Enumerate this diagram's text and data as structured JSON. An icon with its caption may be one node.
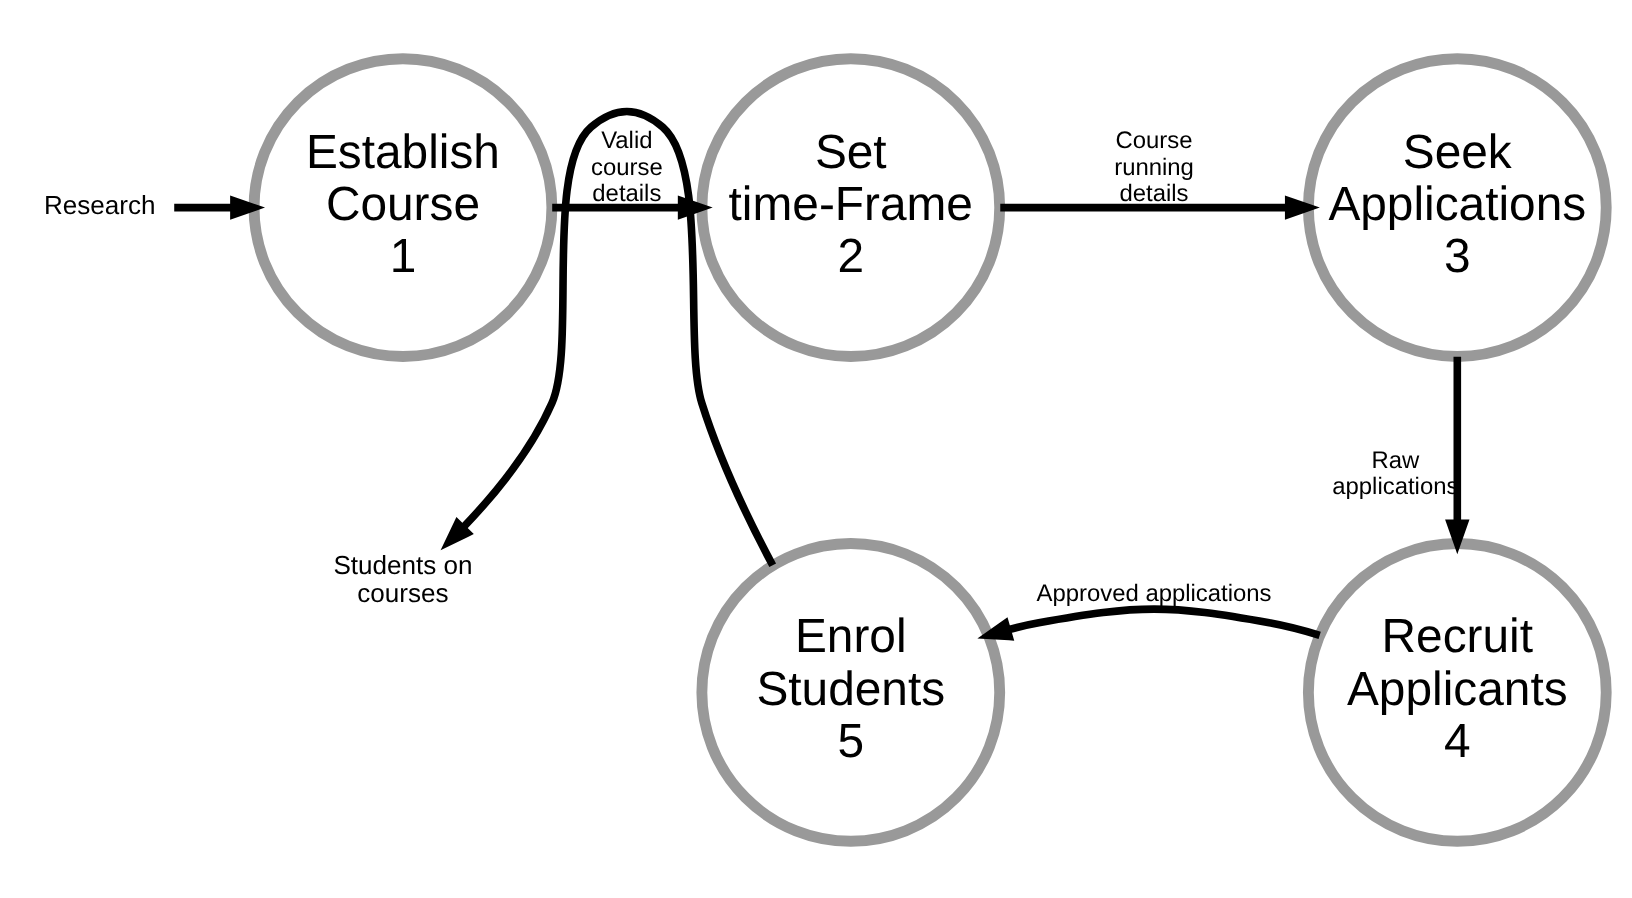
{
  "diagram": {
    "nodes": [
      {
        "text": [
          "Establish Course",
          "1"
        ]
      },
      {
        "text": [
          "Set time-Frame",
          "2"
        ]
      },
      {
        "text": [
          "Seek Applications",
          "3"
        ]
      },
      {
        "text": [
          "Recruit Applicants",
          "4"
        ]
      },
      {
        "text": [
          "Enrol Students",
          "5"
        ]
      },
      {
        "text": [
          "Research"
        ]
      },
      {
        "text": [
          "Students on courses"
        ]
      }
    ],
    "edges": [
      {
        "from": 5,
        "to": 0,
        "arrow": "to"
      },
      {
        "from": 0,
        "to": 1,
        "arrow": "to",
        "label": "Valid course details"
      },
      {
        "from": 1,
        "to": 2,
        "arrow": "to",
        "label": "Course running details"
      },
      {
        "from": 2,
        "to": 3,
        "arrow": "to",
        "label": "Raw applications"
      },
      {
        "from": 3,
        "to": 4,
        "arrow": "to",
        "label": "Approved applications"
      },
      {
        "from": 4,
        "to": 6,
        "arrow": "to"
      }
    ]
  }
}
